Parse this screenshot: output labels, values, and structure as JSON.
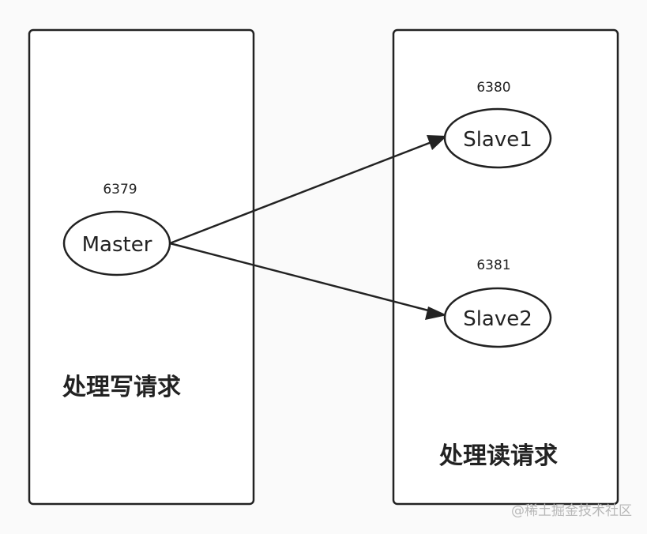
{
  "panels": {
    "write": {
      "label": "处理写请求"
    },
    "read": {
      "label": "处理读请求"
    }
  },
  "nodes": {
    "master": {
      "label": "Master",
      "port": "6379"
    },
    "slave1": {
      "label": "Slave1",
      "port": "6380"
    },
    "slave2": {
      "label": "Slave2",
      "port": "6381"
    }
  },
  "edges": [
    {
      "from": "Master",
      "to": "Slave1"
    },
    {
      "from": "Master",
      "to": "Slave2"
    }
  ],
  "watermark": {
    "text": "@稀土掘金技术社区"
  },
  "colors": {
    "stroke": "#222222",
    "background": "#fafafa",
    "watermark": "#b8b8b8"
  }
}
